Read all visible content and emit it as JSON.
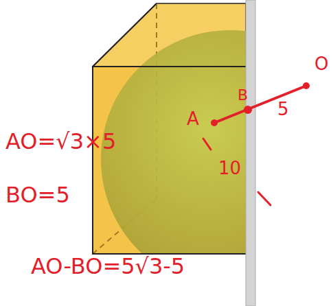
{
  "diagram": {
    "labels": [
      "AO=√3×5",
      "BO=5",
      "AO-BO=5√3-5",
      "A",
      "B",
      "O",
      "5",
      "10"
    ]
  }
}
